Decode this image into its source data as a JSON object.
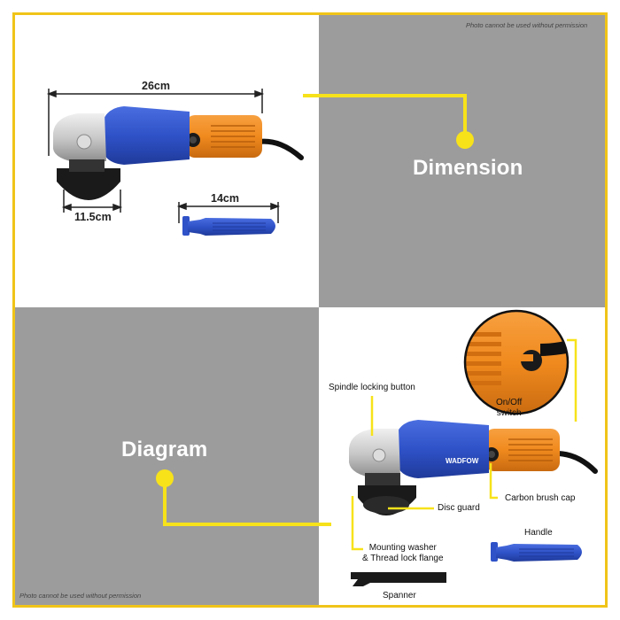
{
  "notes": {
    "top": "Photo cannot be used without permission",
    "bottom": "Photo cannot be used without permission"
  },
  "sections": {
    "dimension": "Dimension",
    "diagram": "Diagram"
  },
  "dimensions": {
    "length": "26cm",
    "disc": "11.5cm",
    "handle": "14cm"
  },
  "brand": "WADFOW",
  "callouts": {
    "spindle": "Spindle locking button",
    "onoff_line1": "On/Off",
    "onoff_line2": "switch",
    "carbon": "Carbon brush cap",
    "disc_guard": "Disc guard",
    "mounting_line1": "Mounting washer",
    "mounting_line2": "& Thread lock flange",
    "handle": "Handle",
    "spanner": "Spanner"
  },
  "colors": {
    "frame": "#f0c419",
    "gray": "#9c9c9c",
    "tool_blue": "#2f52c8",
    "tool_orange": "#f08a1e"
  }
}
